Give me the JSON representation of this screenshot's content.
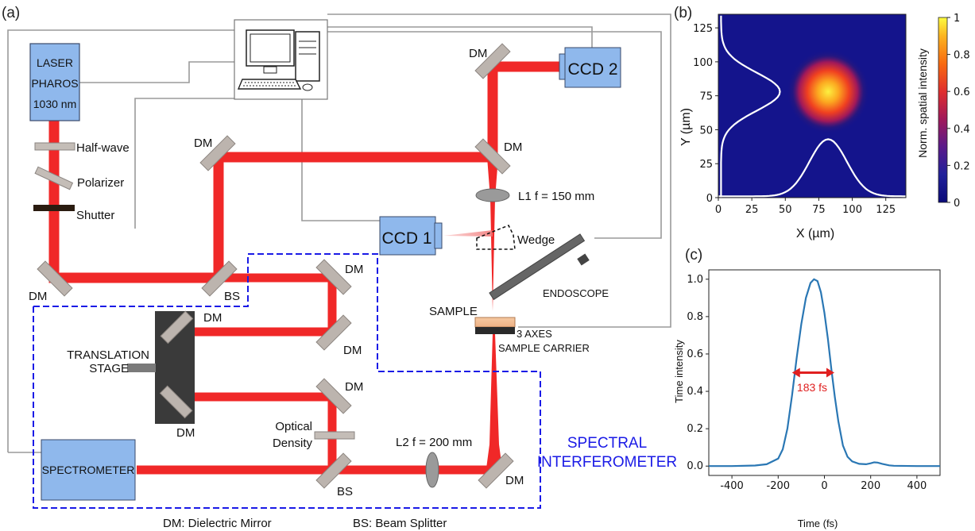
{
  "panels": {
    "a": "(a)",
    "b": "(b)",
    "c": "(c)"
  },
  "setup": {
    "laser": [
      "LASER",
      "PHAROS",
      "1030 nm"
    ],
    "half_wave": "Half-wave",
    "polarizer": "Polarizer",
    "shutter": "Shutter",
    "dm": "DM",
    "bs": "BS",
    "ccd1": "CCD 1",
    "ccd2": "CCD 2",
    "lens1": "L1 f = 150 mm",
    "lens2": "L2 f = 200 mm",
    "wedge": "Wedge",
    "endoscope": "ENDOSCOPE",
    "sample": "SAMPLE",
    "carrier": [
      "3 AXES",
      "SAMPLE CARRIER"
    ],
    "translation": [
      "TRANSLATION",
      "STAGE"
    ],
    "optical_density": [
      "Optical",
      "Density"
    ],
    "spectrometer": "SPECTROMETER",
    "interferometer": [
      "SPECTRAL",
      "INTERFEROMETER"
    ],
    "legend_dm": "DM: Dielectric Mirror",
    "legend_bs": "BS: Beam Splitter",
    "colors": {
      "beam": "#f02828",
      "box": "#8fb8ec",
      "dashed": "#1a1ae6",
      "mirror": "#b8b0aa"
    }
  },
  "chart_data": [
    {
      "type": "heatmap",
      "xlabel": "X (µm)",
      "ylabel": "Y (µm)",
      "xlim": [
        0,
        140
      ],
      "ylim": [
        0,
        135
      ],
      "x_ticks": [
        0,
        25,
        50,
        75,
        100,
        125
      ],
      "y_ticks": [
        0,
        25,
        50,
        75,
        100,
        125
      ],
      "spot_center": [
        82,
        78
      ],
      "spot_sigma": 12,
      "colorbar": {
        "label": "Norm. spatial intensity",
        "range": [
          0,
          1
        ],
        "ticks": [
          "1",
          "0.8",
          "0.6",
          "0.4",
          "0.2",
          "0"
        ]
      },
      "profile_x": {
        "peak": 82,
        "sigma": 14,
        "amplitude": 42
      },
      "profile_y": {
        "peak": 78,
        "sigma": 14,
        "amplitude": 44
      }
    },
    {
      "type": "line",
      "xlabel": "Time (fs)",
      "ylabel": "Time intensity",
      "xlim": [
        -500,
        500
      ],
      "ylim": [
        -0.05,
        1.05
      ],
      "x_ticks": [
        -400,
        -200,
        0,
        200,
        400
      ],
      "y_ticks": [
        "0.0",
        "0.2",
        "0.4",
        "0.6",
        "0.8",
        "1.0"
      ],
      "fwhm_label": "183 fs",
      "fwhm_range": [
        -140,
        43
      ],
      "series": [
        {
          "color": "#2a77b4",
          "x": [
            -500,
            -400,
            -300,
            -250,
            -200,
            -180,
            -160,
            -140,
            -120,
            -100,
            -80,
            -60,
            -45,
            -30,
            -15,
            0,
            15,
            30,
            45,
            60,
            80,
            100,
            120,
            150,
            180,
            200,
            215,
            230,
            250,
            280,
            300,
            400,
            500
          ],
          "y": [
            0,
            0,
            0.003,
            0.01,
            0.04,
            0.09,
            0.2,
            0.38,
            0.58,
            0.76,
            0.9,
            0.98,
            1.0,
            0.99,
            0.93,
            0.82,
            0.68,
            0.52,
            0.37,
            0.24,
            0.11,
            0.05,
            0.025,
            0.012,
            0.01,
            0.015,
            0.02,
            0.019,
            0.012,
            0.004,
            0.002,
            0,
            0
          ]
        }
      ]
    }
  ]
}
